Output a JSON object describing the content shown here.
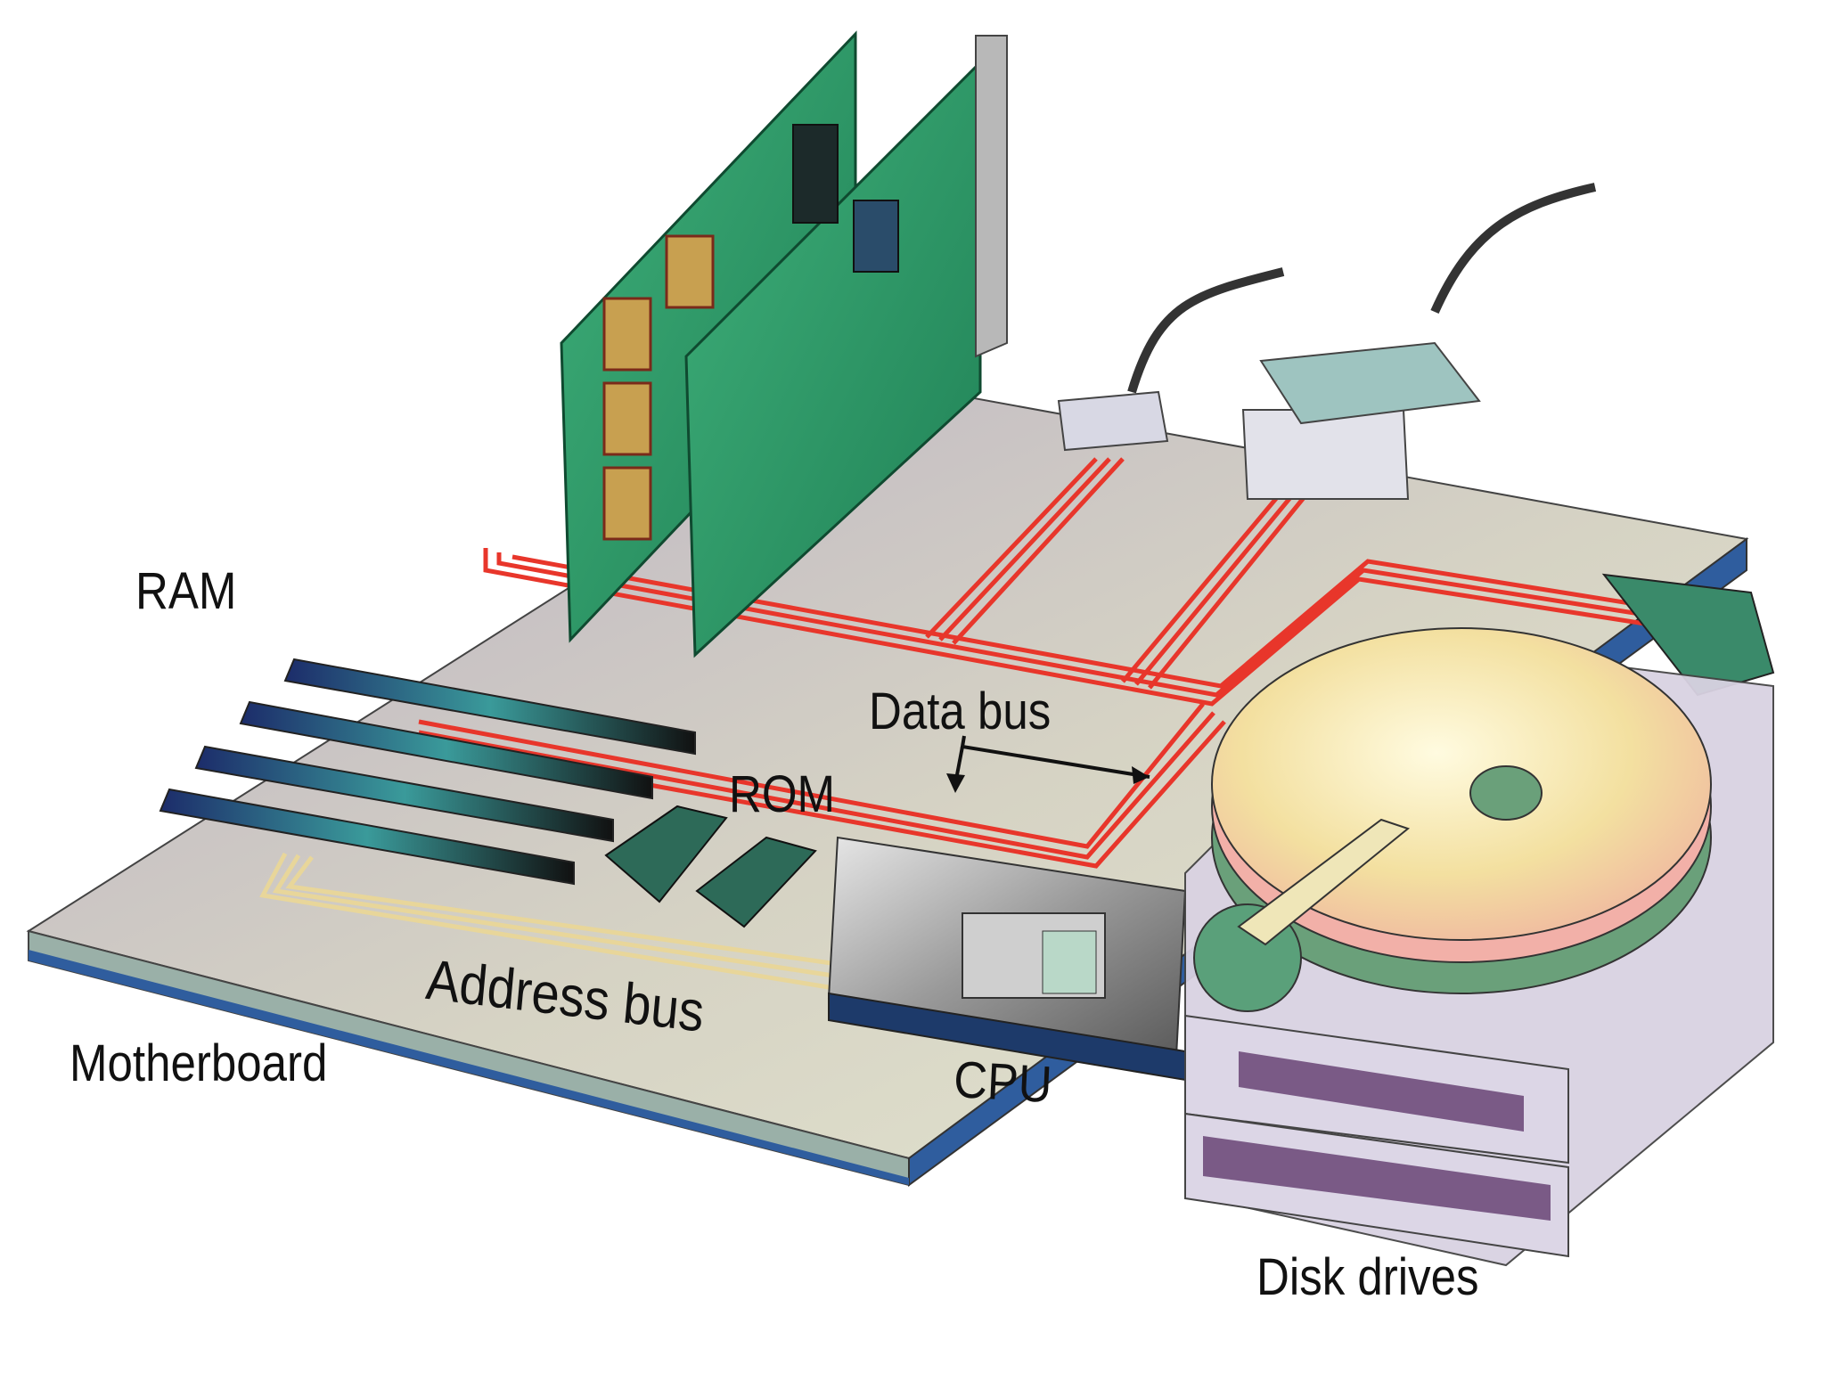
{
  "labels": {
    "ram": "RAM",
    "motherboard": "Motherboard",
    "data_bus": "Data bus",
    "rom": "ROM",
    "address_bus": "Address bus",
    "cpu": "CPU",
    "disk_drives": "Disk drives"
  },
  "colors": {
    "board_top": "#d4d0c4",
    "board_edge_blue": "#2f5d9e",
    "data_bus": "#e8362b",
    "address_bus": "#f2e2a6",
    "card_green": "#2f9e6a",
    "disk_platter": "#f3e3a0",
    "drive_case": "#d9d2e2"
  }
}
